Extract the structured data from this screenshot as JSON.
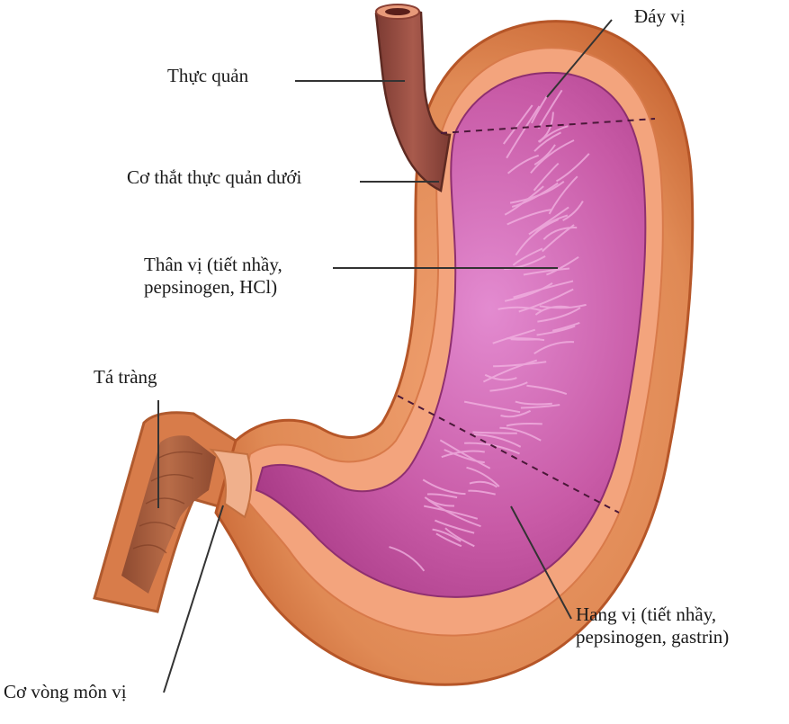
{
  "diagram": {
    "labels": {
      "fundus": "Đáy vị",
      "esophagus": "Thực quản",
      "lower_sphincter": "Cơ thắt thực quản dưới",
      "body_line1": "Thân vị (tiết nhầy,",
      "body_line2": "pepsinogen, HCl)",
      "duodenum": "Tá tràng",
      "antrum_line1": "Hang vị (tiết nhầy,",
      "antrum_line2": "pepsinogen, gastrin)",
      "pyloric_sphincter": "Cơ vòng môn vị"
    },
    "colors": {
      "outer_wall": "#e08a55",
      "outer_wall_dark": "#c4602e",
      "rim": "#f2a27a",
      "mucosa": "#c24a9c",
      "mucosa_light": "#e38bd0",
      "esophagus": "#9b4a3e",
      "duodenum_lining": "#b0603e",
      "leader_line": "#333333"
    }
  }
}
